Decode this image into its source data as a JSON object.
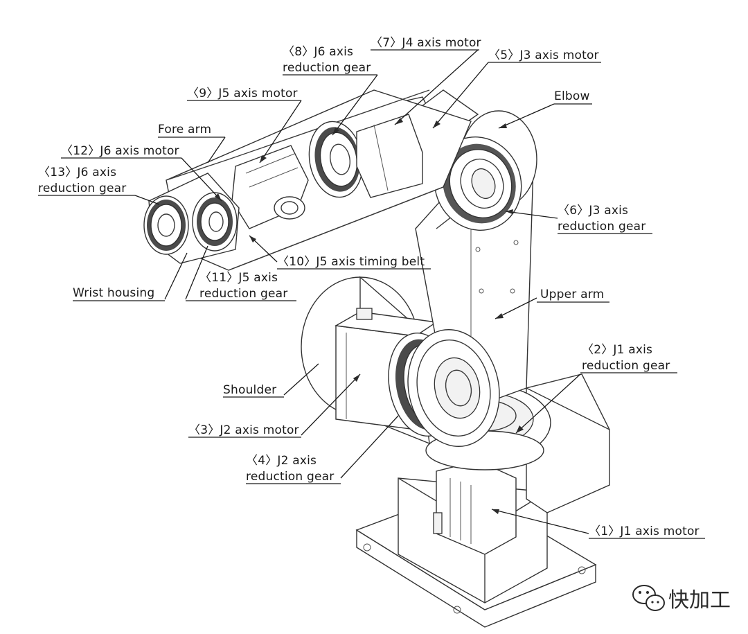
{
  "diagram": {
    "labels": {
      "j4_motor": "〈7〉J4 axis motor",
      "j6_reduction_gear_top_1": "〈8〉J6 axis",
      "j6_reduction_gear_top_2": "reduction gear",
      "j3_motor": "〈5〉J3 axis motor",
      "j5_motor": "〈9〉J5 axis motor",
      "elbow": "Elbow",
      "fore_arm": "Fore arm",
      "j6_motor": "〈12〉J6 axis motor",
      "j6_reduction_gear_wrist_1": "〈13〉J6 axis",
      "j6_reduction_gear_wrist_2": "reduction gear",
      "j3_reduction_gear_1": "〈6〉J3 axis",
      "j3_reduction_gear_2": "reduction gear",
      "j5_timing_belt": "〈10〉J5 axis timing belt",
      "j5_reduction_gear_1": "〈11〉J5 axis",
      "j5_reduction_gear_2": "reduction gear",
      "wrist_housing": "Wrist housing",
      "upper_arm": "Upper arm",
      "j1_reduction_gear_1": "〈2〉J1 axis",
      "j1_reduction_gear_2": "reduction gear",
      "shoulder": "Shoulder",
      "j2_motor": "〈3〉J2 axis motor",
      "j2_reduction_gear_1": "〈4〉J2 axis",
      "j2_reduction_gear_2": "reduction gear",
      "j1_motor": "〈1〉J1 axis motor"
    }
  },
  "watermark": {
    "text": "快加工",
    "icon": "wechat-icon"
  }
}
